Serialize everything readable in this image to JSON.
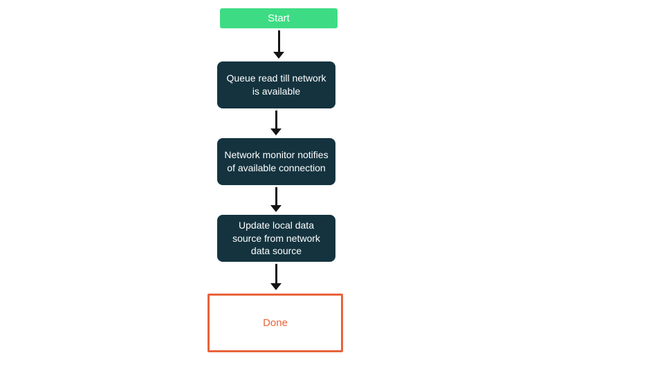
{
  "diagram": {
    "type": "flowchart",
    "nodes": [
      {
        "id": "start",
        "type": "start",
        "label": "Start"
      },
      {
        "id": "queue-read",
        "type": "process",
        "label": "Queue read till network is available"
      },
      {
        "id": "network-monitor",
        "type": "process",
        "label": "Network monitor notifies of available connection"
      },
      {
        "id": "update-local",
        "type": "process",
        "label": "Update local data source from network data source"
      },
      {
        "id": "done",
        "type": "end",
        "label": "Done"
      }
    ],
    "edges": [
      {
        "from": "start",
        "to": "queue-read"
      },
      {
        "from": "queue-read",
        "to": "network-monitor"
      },
      {
        "from": "network-monitor",
        "to": "update-local"
      },
      {
        "from": "update-local",
        "to": "done"
      }
    ],
    "colors": {
      "background": "#ffffff",
      "start_bg": "#3ddc84",
      "process_bg": "#14333f",
      "end_border": "#e8633a",
      "end_text": "#e8633a",
      "arrow_color": "#141414",
      "text_light": "#ffffff"
    }
  }
}
